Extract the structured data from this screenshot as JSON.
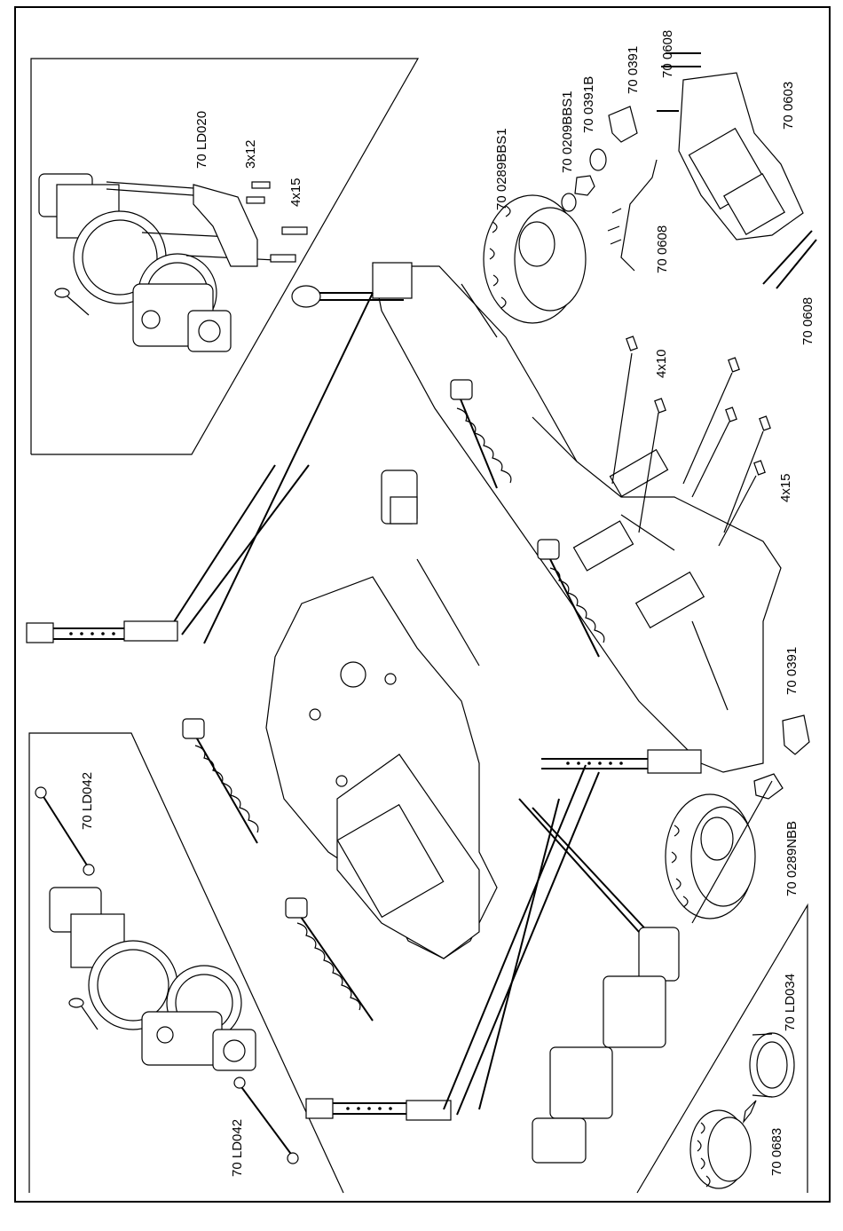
{
  "labels": {
    "top_inset_gearbox": "70 LD020",
    "screw_3x12": "3x12",
    "screw_4x15_inset": "4x15",
    "wheel_front": "70 0289BBS1",
    "bearing_front": "70 0209BBS1",
    "hub_front_b": "70 0391B",
    "hub_front": "70 0391",
    "pin_top": "70 0608",
    "bumper_top": "70 0603",
    "wire_clip": "70 0608",
    "pin_bottom": "70 0608",
    "screw_4x10": "4x10",
    "screw_4x15": "4x15",
    "hub_rear": "70 0391",
    "wheel_rear": "70 0289NBB",
    "driveshaft_left_top": "70 LD042",
    "driveshaft_left_bottom": "70 LD042",
    "rim_inset": "70 LD034",
    "tire_inset": "70 0683"
  }
}
